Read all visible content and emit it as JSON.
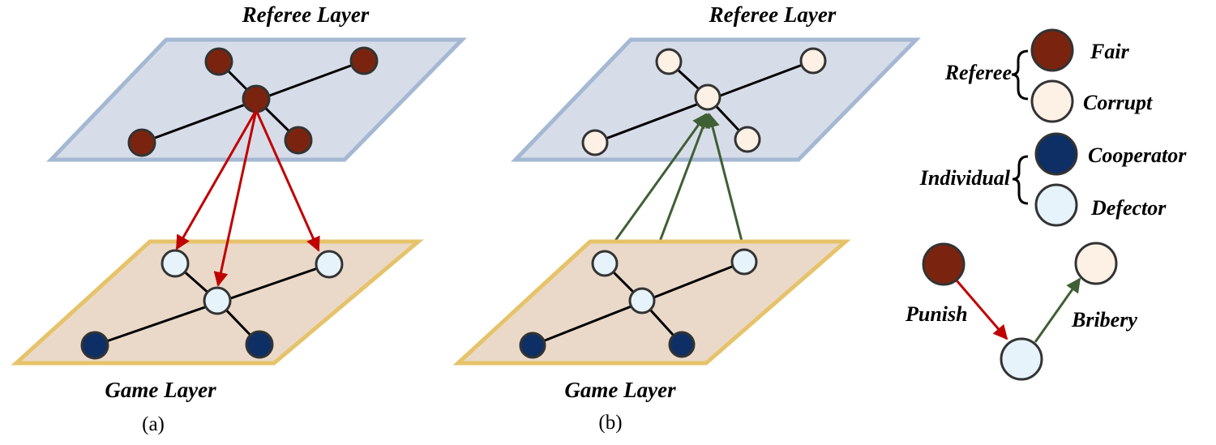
{
  "colors": {
    "referee_plane_fill": "#d7dde8",
    "referee_plane_stroke": "#a5b8d3",
    "game_plane_fill": "#ead9c9",
    "game_plane_stroke": "#e6c36a",
    "fair": "#7a2410",
    "corrupt": "#fdf1e5",
    "cooperator": "#0d2f66",
    "defector": "#e6f3fb",
    "punish_arrow": "#c00000",
    "bribery_arrow": "#3f5f35"
  },
  "panel_a": {
    "referee_title": "Referee Layer",
    "game_title": "Game Layer",
    "label": "(a)"
  },
  "panel_b": {
    "referee_title": "Referee Layer",
    "game_title": "Game Layer",
    "label": "(b)"
  },
  "legend": {
    "referee_group": "Referee",
    "fair": "Fair",
    "corrupt": "Corrupt",
    "individual_group": "Individual",
    "cooperator": "Cooperator",
    "defector": "Defector",
    "punish": "Punish",
    "bribery": "Bribery"
  }
}
